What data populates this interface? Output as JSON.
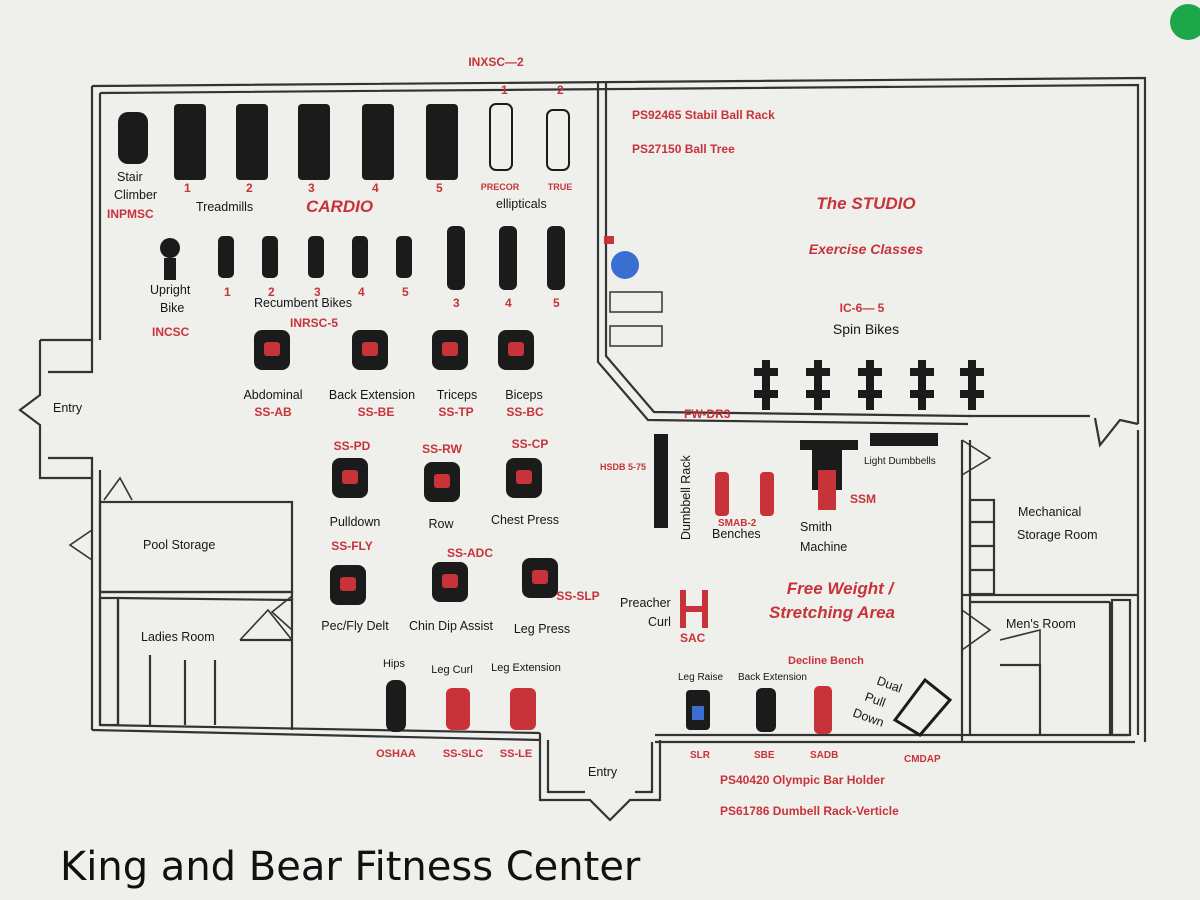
{
  "title": "King and Bear Fitness Center",
  "colors": {
    "paper": "#efefec",
    "ink": "#1b1b1b",
    "label_red": "#c8333a",
    "ball_blue": "#3a6fd1",
    "pin_green": "#1da64a"
  },
  "top_code": "INXSC—2",
  "cardio": {
    "heading": "CARDIO",
    "stair_climber": [
      "Stair",
      "Climber"
    ],
    "stair_code": "INPMSC",
    "treadmills_label": "Treadmills",
    "treadmill_numbers": [
      "1",
      "2",
      "3",
      "4",
      "5"
    ],
    "ellipticals_label": "ellipticals",
    "elliptical_numbers": [
      "1",
      "2"
    ],
    "elliptical_brands": [
      "PRECOR",
      "TRUE"
    ],
    "upright_bike": [
      "Upright",
      "Bike"
    ],
    "upright_code": "INCSC",
    "recumbent_label": "Recumbent Bikes",
    "recumbent_numbers": [
      "1",
      "2",
      "3",
      "4",
      "5"
    ],
    "recumbent_code": "INRSC-5",
    "tall_numbers": [
      "3",
      "4",
      "5"
    ]
  },
  "machines_row1": [
    {
      "name": "Abdominal",
      "code": "SS-AB"
    },
    {
      "name": "Back Extension",
      "code": "SS-BE"
    },
    {
      "name": "Triceps",
      "code": "SS-TP"
    },
    {
      "name": "Biceps",
      "code": "SS-BC"
    }
  ],
  "machines_row2": [
    {
      "name": "Pulldown",
      "code": "SS-PD"
    },
    {
      "name": "Row",
      "code": "SS-RW"
    },
    {
      "name": "Chest Press",
      "code": "SS-CP"
    }
  ],
  "machines_row3": [
    {
      "name": "Pec/Fly Delt",
      "code": "SS-FLY"
    },
    {
      "name": "Chin Dip Assist",
      "code": "SS-ADC"
    },
    {
      "name": "Leg Press",
      "code": "SS-SLP"
    }
  ],
  "machines_row4": [
    {
      "name": "Hips",
      "code": "OSHAA"
    },
    {
      "name": "Leg Curl",
      "code": "SS-SLC"
    },
    {
      "name": "Leg Extension",
      "code": "SS-LE"
    }
  ],
  "studio": {
    "rack1": "PS92465  Stabil Ball Rack",
    "rack2": "PS27150  Ball Tree",
    "name": "The STUDIO",
    "sub": "Exercise Classes",
    "spin_code": "IC-6— 5",
    "spin_label": "Spin Bikes"
  },
  "free_weight": {
    "area_code": "FW-DR3",
    "rack_label": "Dumbbell Rack",
    "rack_code": "HSDB 5-75",
    "light_dumbbells": "Light Dumbbells",
    "benches_code": "SMAB-2",
    "benches_label": "Benches",
    "smith_code": "SSM",
    "smith_label": [
      "Smith",
      "Machine"
    ],
    "area_name": [
      "Free Weight /",
      "Stretching Area"
    ],
    "preacher": [
      "Preacher",
      "Curl"
    ],
    "preacher_code": "SAC",
    "decline_bench": "Decline Bench",
    "dual_pull": [
      "Dual",
      "Pull",
      "Down"
    ],
    "leg_raise": "Leg Raise",
    "leg_raise_code": "SLR",
    "back_ext": "Back Extension",
    "back_ext_code": "SBE",
    "decline_code": "SADB",
    "pull_code": "CMDAP",
    "olympic": "PS40420  Olympic Bar Holder",
    "dumbbell_vert": "PS61786  Dumbell Rack-Verticle"
  },
  "rooms": {
    "entry_left": "Entry",
    "entry_bottom": "Entry",
    "pool_storage": "Pool Storage",
    "ladies": "Ladies Room",
    "mens": "Men's Room",
    "mechanical": [
      "Mechanical",
      "Storage Room"
    ]
  }
}
